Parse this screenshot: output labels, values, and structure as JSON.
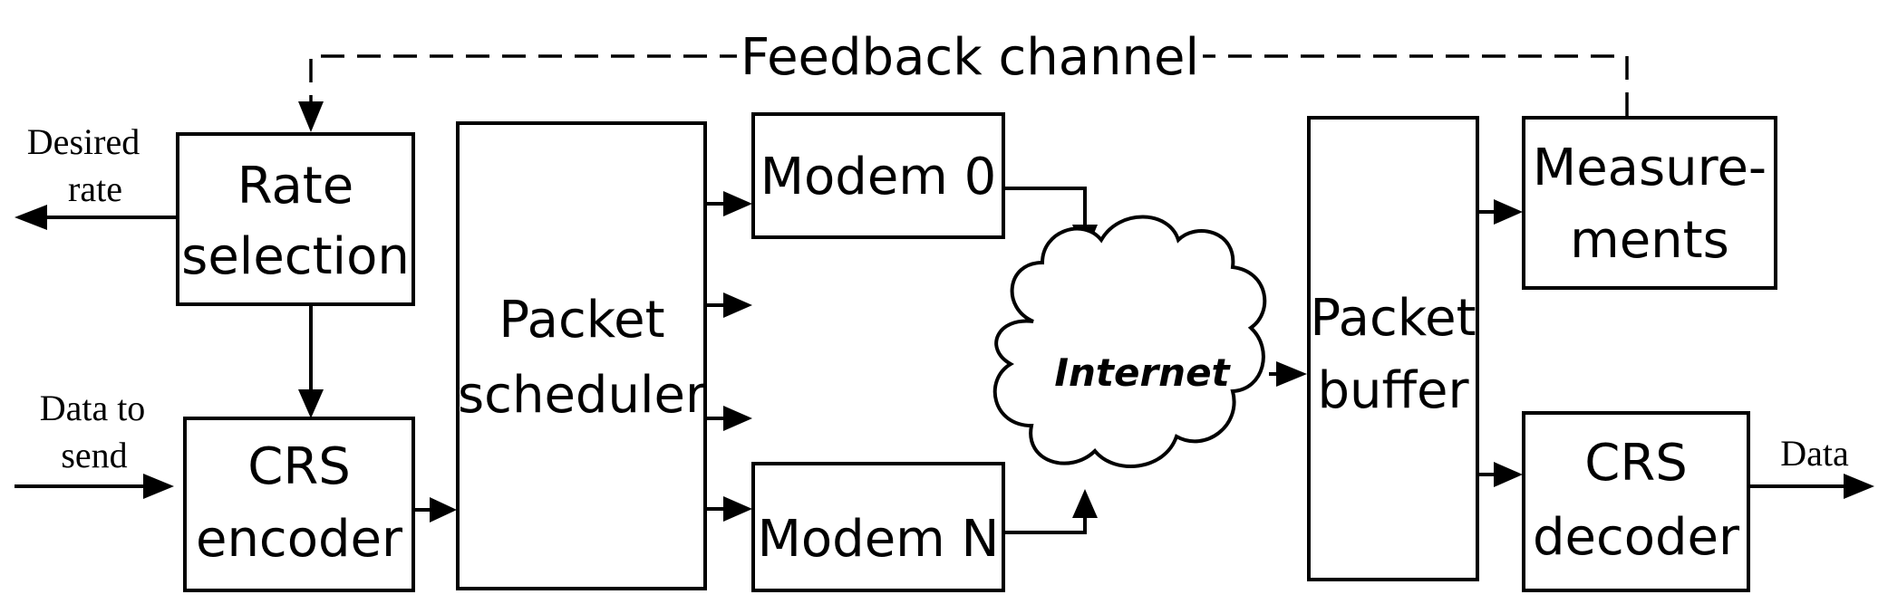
{
  "feedback": {
    "label": "Feedback channel"
  },
  "rate_selection": {
    "line1": "Rate",
    "line2": "selection"
  },
  "crs_encoder": {
    "line1": "CRS",
    "line2": "encoder"
  },
  "scheduler": {
    "line1": "Packet",
    "line2": "scheduler"
  },
  "modem_top": {
    "label": "Modem 0"
  },
  "modem_bottom": {
    "label": "Modem N"
  },
  "internet": {
    "label": "Internet"
  },
  "packet_buffer": {
    "line1": "Packet",
    "line2": "buffer"
  },
  "measurements": {
    "line1": "Measure-",
    "line2": "ments"
  },
  "crs_decoder": {
    "line1": "CRS",
    "line2": "decoder"
  },
  "inputs": {
    "desired_rate_line1": "Desired",
    "desired_rate_line2": "rate",
    "data_to_send_line1": "Data to",
    "data_to_send_line2": "send"
  },
  "output": {
    "data": "Data"
  }
}
